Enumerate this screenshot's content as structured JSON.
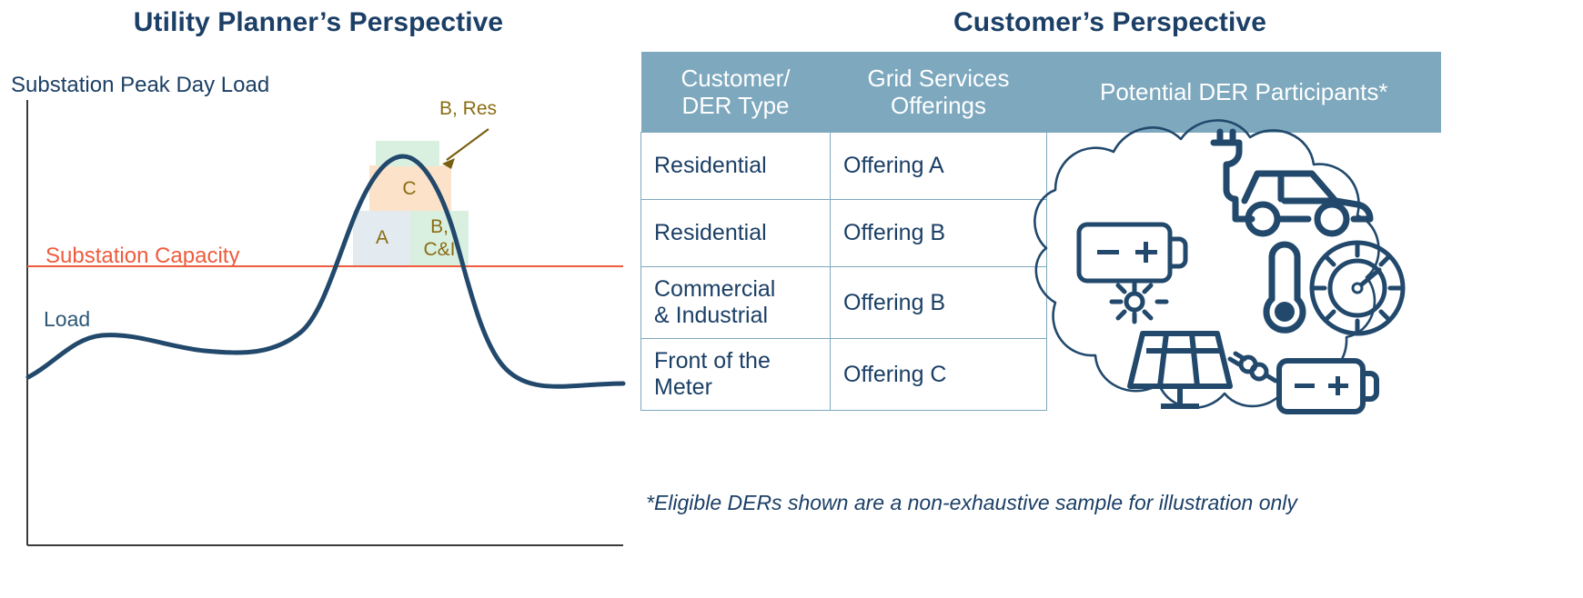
{
  "left": {
    "title": "Utility Planner’s Perspective",
    "y_axis_title": "Substation Peak Day Load",
    "capacity_label": "Substation Capacity",
    "load_label": "Load",
    "annotation_label": "B, Res",
    "block_labels": {
      "a": "A",
      "b_ci_line1": "B,",
      "b_ci_line2": "C&I",
      "c": "C"
    }
  },
  "right": {
    "title": "Customer’s Perspective",
    "table": {
      "headers": [
        "Customer/\nDER Type",
        "Grid Services\nOfferings",
        "Potential DER Participants*"
      ],
      "header_lines": {
        "col1_line1": "Customer/",
        "col1_line2": "DER Type",
        "col2_line1": "Grid Services",
        "col2_line2": "Offerings",
        "col3": "Potential DER Participants*"
      },
      "rows": [
        {
          "type": "Residential",
          "type_line1": "Residential",
          "type_line2": "",
          "offering": "Offering A",
          "fill": "fill-a"
        },
        {
          "type": "Residential",
          "type_line1": "Residential",
          "type_line2": "",
          "offering": "Offering B",
          "fill": "fill-b"
        },
        {
          "type": "Commercial & Industrial",
          "type_line1": "Commercial",
          "type_line2": "& Industrial",
          "offering": "Offering B",
          "fill": "fill-b"
        },
        {
          "type": "Front of the Meter",
          "type_line1": "Front of the",
          "type_line2": "Meter",
          "offering": "Offering C",
          "fill": "fill-c"
        }
      ]
    },
    "footnote": "*Eligible DERs shown are a non-exhaustive sample for illustration only",
    "der_icons": [
      "battery-icon",
      "electric-vehicle-charging-icon",
      "thermostat-thermometer-icon",
      "solar-panel-battery-icon"
    ]
  },
  "colors": {
    "title_navy": "#1b3f66",
    "curve_navy": "#22496c",
    "capacity_orange": "#ef5b3c",
    "header_blue": "#7da8be",
    "block_a": "#e3eaf0",
    "block_b": "#d9f0e1",
    "block_c": "#fbe2c8",
    "block_text": "#8a6d12"
  },
  "chart_data": {
    "type": "line",
    "title": "Substation Peak Day Load",
    "xlabel": "",
    "ylabel": "Substation Peak Day Load",
    "grid": false,
    "legend": "inline-annotations",
    "series": [
      {
        "name": "Load",
        "x": [
          0,
          4,
          8,
          12,
          16,
          20,
          24,
          28,
          32,
          36,
          40,
          44,
          48,
          52,
          56,
          60,
          64,
          68,
          72,
          76,
          80,
          84,
          88,
          92,
          96,
          100
        ],
        "y": [
          14,
          22,
          30,
          36,
          39,
          40,
          39.5,
          38.5,
          37,
          35.5,
          34.5,
          34,
          34.5,
          37,
          43,
          54,
          68,
          82,
          92,
          96,
          92,
          80,
          64,
          48,
          36,
          30
        ]
      }
    ],
    "threshold_line": {
      "name": "Substation Capacity",
      "value": 57,
      "color": "#ef5b3c"
    },
    "stacked_blocks": [
      {
        "label": "A",
        "color": "#e3eaf0",
        "x0": 62,
        "x1": 74,
        "y0": 57,
        "y1": 82
      },
      {
        "label": "B, C&I",
        "color": "#d9f0e1",
        "x0": 74,
        "x1": 86,
        "y0": 57,
        "y1": 82
      },
      {
        "label": "C",
        "color": "#fbe2c8",
        "x0": 65,
        "x1": 83,
        "y0": 82,
        "y1": 95
      },
      {
        "label": "B, Res",
        "color": "#d9f0e1",
        "x0": 69,
        "x1": 80,
        "y0": 95,
        "y1": 103
      }
    ],
    "annotations": [
      {
        "text": "B, Res",
        "target_block": "B, Res"
      }
    ],
    "ylim": [
      0,
      130
    ],
    "xlim": [
      0,
      100
    ]
  }
}
